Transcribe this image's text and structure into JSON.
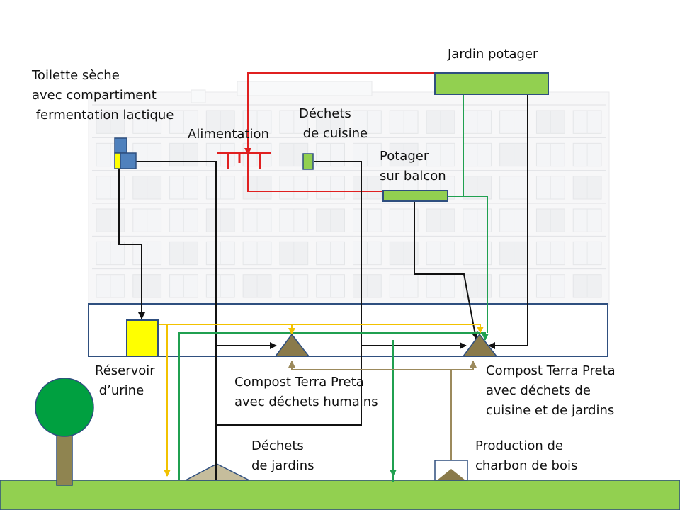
{
  "labels": {
    "toilet": [
      "Toilette sèche",
      "avec compartiment",
      " fermentation lactique"
    ],
    "food": [
      "Alimentation"
    ],
    "kitchen_waste": [
      "Déchets",
      " de cuisine"
    ],
    "vegetable_garden": [
      "Jardin potager"
    ],
    "balcony_garden": [
      "Potager",
      "sur balcon"
    ],
    "urine_tank": [
      "Réservoir",
      " d’urine"
    ],
    "compost_human": [
      "Compost Terra Preta",
      "avec déchets humains"
    ],
    "compost_kitchen": [
      "Compost Terra Preta",
      "avec déchets de",
      "cuisine et de jardins"
    ],
    "garden_waste": [
      "Déchets",
      "de jardins"
    ],
    "charcoal": [
      "Production de",
      "charbon de bois"
    ]
  },
  "colors": {
    "line_black": "#111111",
    "line_red": "#e02020",
    "line_green": "#20a050",
    "line_yellow": "#f2c200",
    "line_brown": "#9c8a5c",
    "compost_fill": "#8a7a4a",
    "box_green": "#92d050",
    "box_blue": "#4f81bd",
    "urine_yellow": "#ffff00",
    "tree_green": "#00a040",
    "trunk": "#8f8450",
    "frame": "#2f4f7f",
    "ground": "#92d050"
  }
}
